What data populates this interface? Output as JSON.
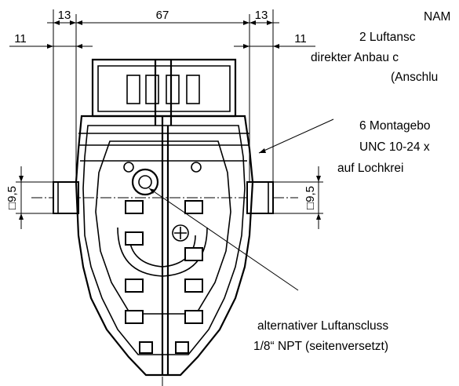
{
  "dimensions": {
    "top_left": "13",
    "top_center": "67",
    "top_right": "13",
    "side_left": "11",
    "side_right": "11",
    "square_left": "□9,5",
    "square_right": "□9,5"
  },
  "notes": {
    "nam_lines": [
      "NAM",
      "2 Luftansc",
      "direkter Anbau c",
      "(Anschlu"
    ],
    "mount_lines": [
      "6 Montagebo",
      "UNC 10-24 x",
      "auf Lochkrei"
    ],
    "alt_lines": [
      "alternativer Luftanscluss",
      "1/8“ NPT (seitenversetzt)"
    ]
  }
}
